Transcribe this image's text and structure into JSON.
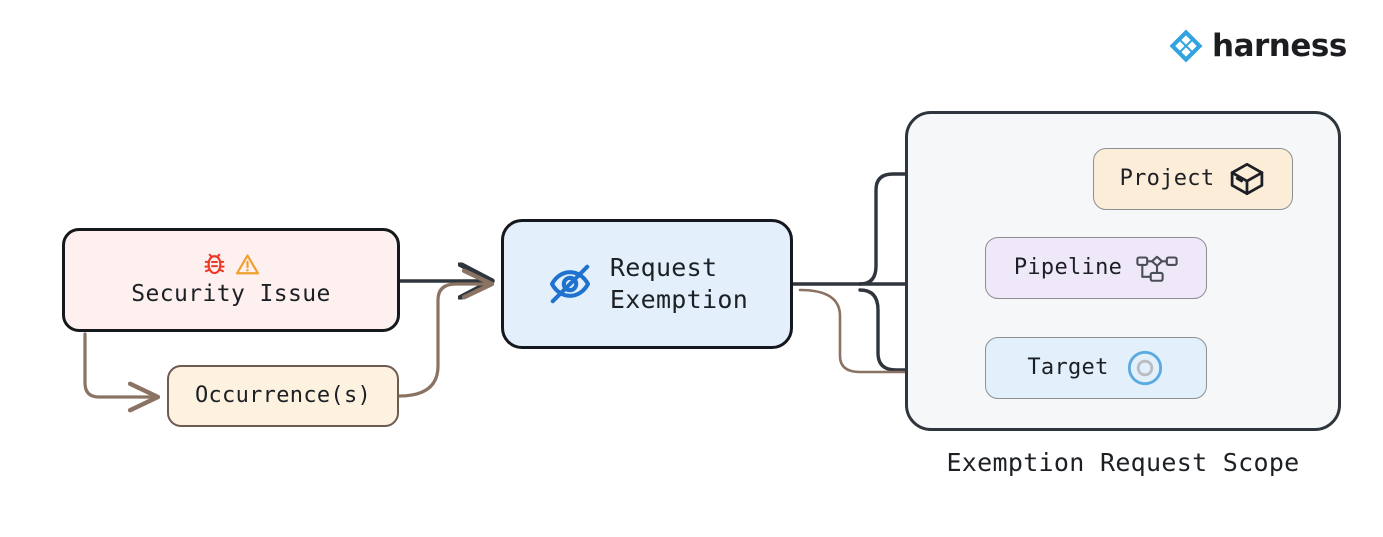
{
  "brand": {
    "name": "harness",
    "logo_icon": "harness-diamond-logo-icon",
    "logo_color": "#33a3e0"
  },
  "diagram": {
    "type": "flow-diagram",
    "nodes": [
      {
        "id": "security-issue",
        "label": "Security Issue",
        "icons": [
          "bug-icon",
          "warning-triangle-icon"
        ],
        "fill": "#fdf0ef",
        "stroke": "#15181c"
      },
      {
        "id": "occurrences",
        "label": "Occurrence(s)",
        "fill": "#fdf2e0",
        "stroke": "#6d5b52"
      },
      {
        "id": "request-exemption",
        "label": "Request\nExemption",
        "icons": [
          "eye-off-icon"
        ],
        "fill": "#e3f0fb",
        "stroke": "#15181c"
      },
      {
        "id": "project",
        "label": "Project",
        "icons": [
          "cube-icon"
        ],
        "fill": "#fcedd8",
        "stroke": "#8d8f93"
      },
      {
        "id": "pipeline",
        "label": "Pipeline",
        "icons": [
          "pipeline-flow-icon"
        ],
        "fill": "#eee8f9",
        "stroke": "#8d8f93"
      },
      {
        "id": "target",
        "label": "Target",
        "icons": [
          "target-circle-icon"
        ],
        "fill": "#e1f0fb",
        "stroke": "#8d8f93"
      }
    ],
    "group": {
      "id": "exemption-request-scope",
      "caption": "Exemption Request Scope",
      "fill": "#f5f7f9",
      "stroke": "#2e353c",
      "members": [
        "project",
        "pipeline",
        "target"
      ]
    },
    "edges": [
      {
        "from": "security-issue",
        "to": "request-exemption",
        "color": "#2e353c"
      },
      {
        "from": "security-issue",
        "to": "occurrences",
        "color": "#8b7363"
      },
      {
        "from": "occurrences",
        "to": "request-exemption",
        "color": "#8b7363"
      },
      {
        "from": "request-exemption",
        "to": "project",
        "color": "#2e353c"
      },
      {
        "from": "request-exemption",
        "to": "pipeline",
        "color": "#2e353c"
      },
      {
        "from": "request-exemption",
        "to": "target",
        "color": "#2e353c"
      },
      {
        "from": "request-exemption",
        "to": "target",
        "color": "#8b7363"
      },
      {
        "from": "project",
        "to": "pipeline",
        "color": "#2e353c"
      },
      {
        "from": "project",
        "to": "target",
        "color": "#2e353c"
      }
    ],
    "colors": {
      "edge_dark": "#2e353c",
      "edge_tan": "#8b7363",
      "bug": "#ec3a26",
      "warning": "#f0a030",
      "eye_off": "#1f72ce",
      "target_ring": "#5aa9e0",
      "target_inner": "#b9bcc0",
      "background": "#ffffff"
    }
  }
}
